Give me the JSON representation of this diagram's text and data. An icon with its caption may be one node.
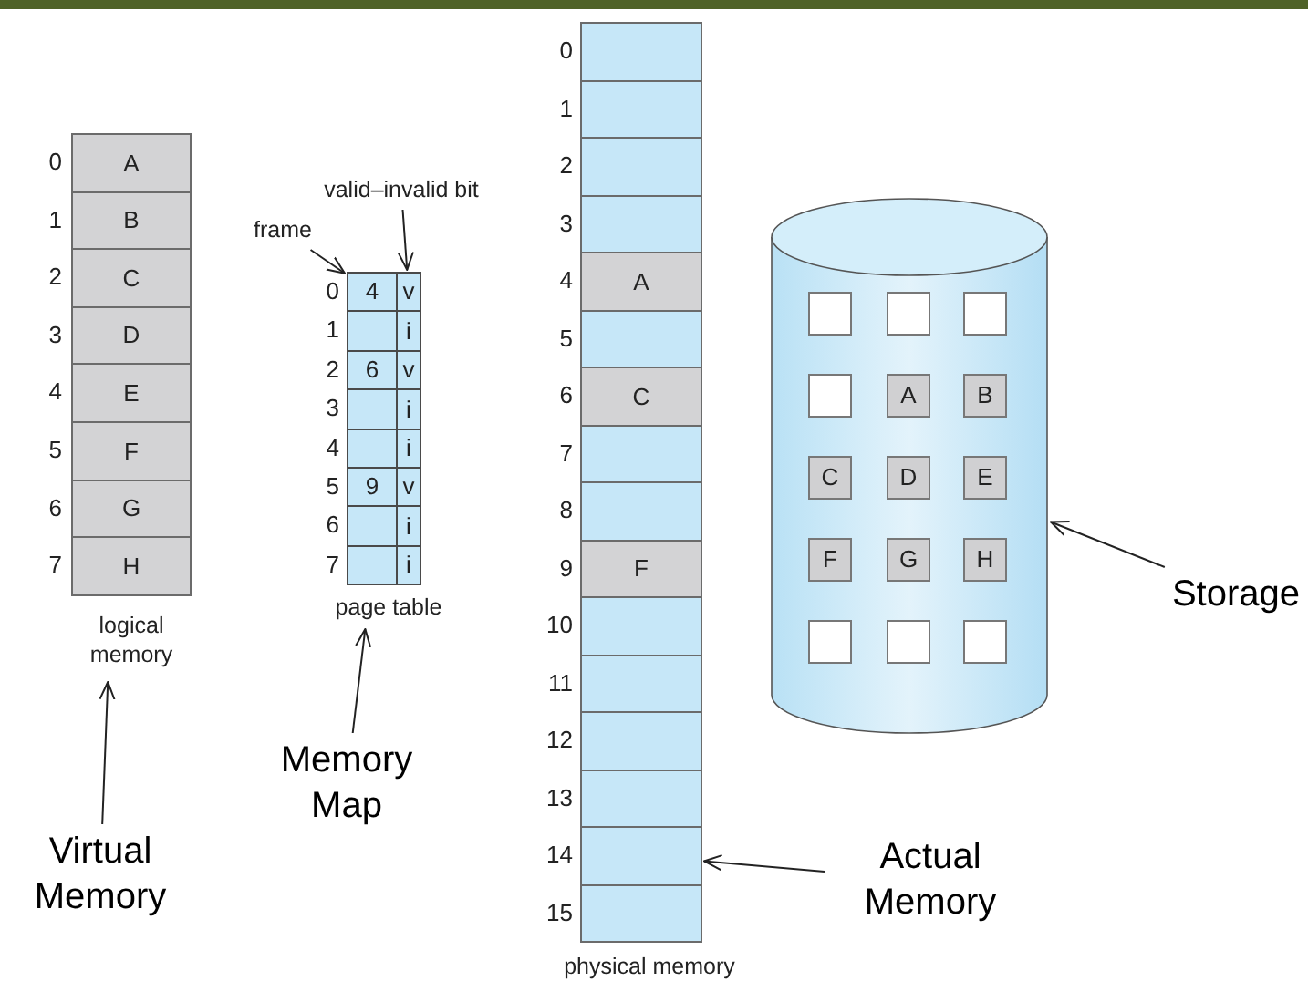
{
  "diagram": {
    "nodes": [
      {
        "text": [
          "logical memory"
        ]
      },
      {
        "text": [
          "A"
        ],
        "in": 0,
        "beside": [
          "0"
        ]
      },
      {
        "text": [
          "B"
        ],
        "in": 0,
        "beside": [
          "1"
        ]
      },
      {
        "text": [
          "C"
        ],
        "in": 0,
        "beside": [
          "2"
        ]
      },
      {
        "text": [
          "D"
        ],
        "in": 0,
        "beside": [
          "3"
        ]
      },
      {
        "text": [
          "E"
        ],
        "in": 0,
        "beside": [
          "4"
        ]
      },
      {
        "text": [
          "F"
        ],
        "in": 0,
        "beside": [
          "5"
        ]
      },
      {
        "text": [
          "G"
        ],
        "in": 0,
        "beside": [
          "6"
        ]
      },
      {
        "text": [
          "H"
        ],
        "in": 0,
        "beside": [
          "7"
        ]
      },
      {
        "text": [
          "page table"
        ]
      },
      {
        "text": [
          "4"
        ],
        "in": 9,
        "beside": [
          "0"
        ]
      },
      {
        "text": [
          "v"
        ],
        "in": 9
      },
      {
        "text": [],
        "shape": "box",
        "in": 9,
        "beside": [
          "1"
        ]
      },
      {
        "text": [
          "i"
        ],
        "in": 9
      },
      {
        "text": [
          "6"
        ],
        "in": 9,
        "beside": [
          "2"
        ]
      },
      {
        "text": [
          "v"
        ],
        "in": 9
      },
      {
        "text": [],
        "shape": "box",
        "in": 9,
        "beside": [
          "3"
        ]
      },
      {
        "text": [
          "i"
        ],
        "in": 9
      },
      {
        "text": [],
        "shape": "box",
        "in": 9,
        "beside": [
          "4"
        ]
      },
      {
        "text": [
          "i"
        ],
        "in": 9
      },
      {
        "text": [
          "9"
        ],
        "in": 9,
        "beside": [
          "5"
        ]
      },
      {
        "text": [
          "v"
        ],
        "in": 9
      },
      {
        "text": [],
        "shape": "box",
        "in": 9,
        "beside": [
          "6"
        ]
      },
      {
        "text": [
          "i"
        ],
        "in": 9
      },
      {
        "text": [],
        "shape": "box",
        "in": 9,
        "beside": [
          "7"
        ]
      },
      {
        "text": [
          "i"
        ],
        "in": 9
      },
      {
        "text": [
          "frame"
        ]
      },
      {
        "text": [
          "valid–invalid bit"
        ]
      },
      {
        "text": [
          "physical memory"
        ]
      },
      {
        "text": [],
        "shape": "box",
        "in": 28,
        "beside": [
          "0"
        ]
      },
      {
        "text": [],
        "shape": "box",
        "in": 28,
        "beside": [
          "1"
        ]
      },
      {
        "text": [],
        "shape": "box",
        "in": 28,
        "beside": [
          "2"
        ]
      },
      {
        "text": [],
        "shape": "box",
        "in": 28,
        "beside": [
          "3"
        ]
      },
      {
        "text": [
          "A"
        ],
        "in": 28,
        "beside": [
          "4"
        ]
      },
      {
        "text": [],
        "shape": "box",
        "in": 28,
        "beside": [
          "5"
        ]
      },
      {
        "text": [
          "C"
        ],
        "in": 28,
        "beside": [
          "6"
        ]
      },
      {
        "text": [],
        "shape": "box",
        "in": 28,
        "beside": [
          "7"
        ]
      },
      {
        "text": [],
        "shape": "box",
        "in": 28,
        "beside": [
          "8"
        ]
      },
      {
        "text": [
          "F"
        ],
        "in": 28,
        "beside": [
          "9"
        ]
      },
      {
        "text": [],
        "shape": "box",
        "in": 28,
        "beside": [
          "10"
        ]
      },
      {
        "text": [],
        "shape": "box",
        "in": 28,
        "beside": [
          "11"
        ]
      },
      {
        "text": [],
        "shape": "box",
        "in": 28,
        "beside": [
          "12"
        ]
      },
      {
        "text": [],
        "shape": "box",
        "in": 28,
        "beside": [
          "13"
        ]
      },
      {
        "text": [],
        "shape": "box",
        "in": 28,
        "beside": [
          "14"
        ]
      },
      {
        "text": [],
        "shape": "box",
        "in": 28,
        "beside": [
          "15"
        ]
      },
      {
        "text": [],
        "shape": "cylinder"
      },
      {
        "text": [],
        "shape": "box",
        "in": 45
      },
      {
        "text": [],
        "shape": "box",
        "in": 45
      },
      {
        "text": [],
        "shape": "box",
        "in": 45
      },
      {
        "text": [],
        "shape": "box",
        "in": 45
      },
      {
        "text": [
          "A"
        ],
        "in": 45
      },
      {
        "text": [
          "B"
        ],
        "in": 45
      },
      {
        "text": [
          "C"
        ],
        "in": 45
      },
      {
        "text": [
          "D"
        ],
        "in": 45
      },
      {
        "text": [
          "E"
        ],
        "in": 45
      },
      {
        "text": [
          "F"
        ],
        "in": 45
      },
      {
        "text": [
          "G"
        ],
        "in": 45
      },
      {
        "text": [
          "H"
        ],
        "in": 45
      },
      {
        "text": [],
        "shape": "box",
        "in": 45
      },
      {
        "text": [],
        "shape": "box",
        "in": 45
      },
      {
        "text": [],
        "shape": "box",
        "in": 45
      },
      {
        "text": [
          "Virtual Memory"
        ]
      },
      {
        "text": [
          "Memory Map"
        ]
      },
      {
        "text": [
          "Actual Memory"
        ]
      },
      {
        "text": [
          "Storage"
        ]
      }
    ],
    "edges": [
      {
        "from": 26,
        "to": 10,
        "arrow": "to"
      },
      {
        "from": 27,
        "to": 11,
        "arrow": "to"
      },
      {
        "from": 61,
        "to": 0,
        "arrow": "to"
      },
      {
        "from": 62,
        "to": 9,
        "arrow": "to"
      },
      {
        "from": 63,
        "to": 43,
        "arrow": "to"
      },
      {
        "from": 64,
        "to": 45,
        "arrow": "to"
      }
    ]
  }
}
